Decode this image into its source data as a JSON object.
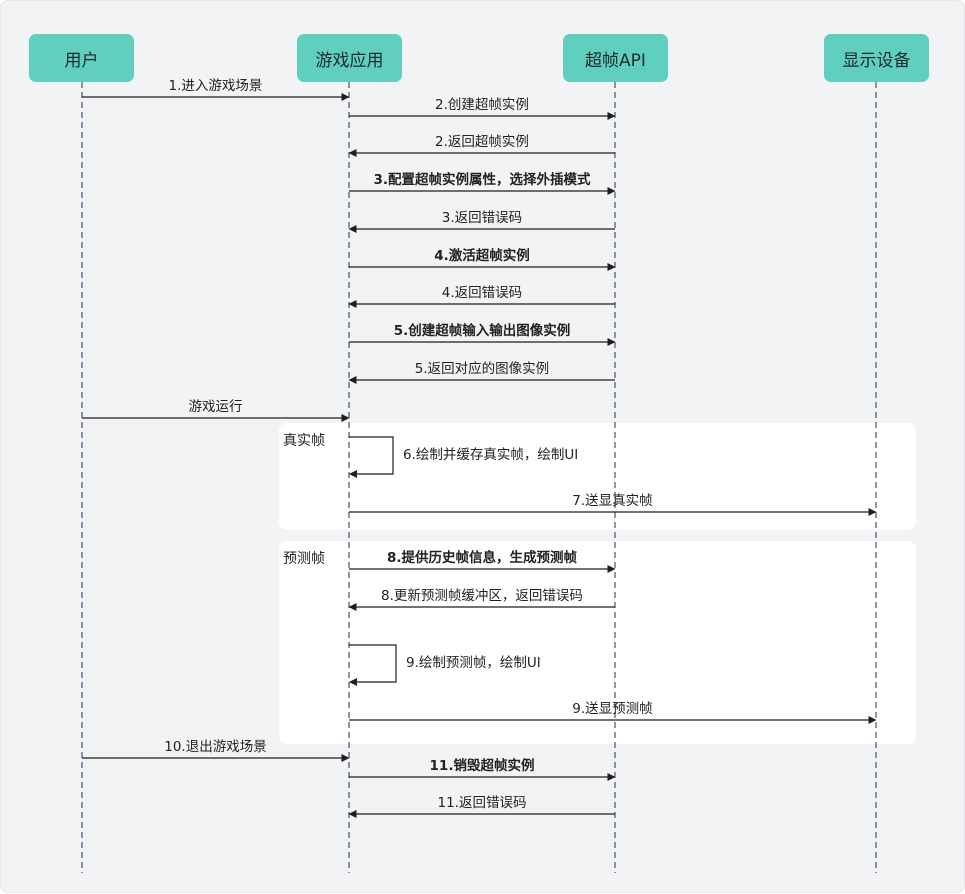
{
  "actors": [
    {
      "id": "user",
      "label": "用户"
    },
    {
      "id": "game",
      "label": "游戏应用"
    },
    {
      "id": "api",
      "label": "超帧API"
    },
    {
      "id": "display",
      "label": "显示设备"
    }
  ],
  "frames": [
    {
      "label": "真实帧"
    },
    {
      "label": "预测帧"
    }
  ],
  "messages": [
    {
      "from": "user",
      "to": "game",
      "label": "1.进入游戏场景",
      "bold": false
    },
    {
      "from": "game",
      "to": "api",
      "label": "2.创建超帧实例",
      "bold": false
    },
    {
      "from": "api",
      "to": "game",
      "label": "2.返回超帧实例",
      "bold": false
    },
    {
      "from": "game",
      "to": "api",
      "label": "3.配置超帧实例属性，选择外插模式",
      "bold": true
    },
    {
      "from": "api",
      "to": "game",
      "label": "3.返回错误码",
      "bold": false
    },
    {
      "from": "game",
      "to": "api",
      "label": "4.激活超帧实例",
      "bold": true
    },
    {
      "from": "api",
      "to": "game",
      "label": "4.返回错误码",
      "bold": false
    },
    {
      "from": "game",
      "to": "api",
      "label": "5.创建超帧输入输出图像实例",
      "bold": true
    },
    {
      "from": "api",
      "to": "game",
      "label": "5.返回对应的图像实例",
      "bold": false
    },
    {
      "from": "user",
      "to": "game",
      "label": "游戏运行",
      "bold": false
    },
    {
      "from": "game",
      "to": "game",
      "label": "6.绘制并缓存真实帧，绘制UI",
      "bold": false,
      "self": true
    },
    {
      "from": "game",
      "to": "display",
      "label": "7.送显真实帧",
      "bold": false
    },
    {
      "from": "game",
      "to": "api",
      "label": "8.提供历史帧信息，生成预测帧",
      "bold": true
    },
    {
      "from": "api",
      "to": "game",
      "label": "8.更新预测帧缓冲区，返回错误码",
      "bold": false
    },
    {
      "from": "game",
      "to": "game",
      "label": "9.绘制预测帧，绘制UI",
      "bold": false,
      "self": true
    },
    {
      "from": "game",
      "to": "display",
      "label": "9.送显预测帧",
      "bold": false
    },
    {
      "from": "user",
      "to": "game",
      "label": "10.退出游戏场景",
      "bold": false
    },
    {
      "from": "game",
      "to": "api",
      "label": "11.销毁超帧实例",
      "bold": true
    },
    {
      "from": "api",
      "to": "game",
      "label": "11.返回错误码",
      "bold": false
    }
  ],
  "colors": {
    "actor_fill": "#60cfbf",
    "background": "#f2f3f5",
    "frame_fill": "#ffffff",
    "lifeline": "#4a4e6e",
    "arrow": "#1f1f1f"
  }
}
